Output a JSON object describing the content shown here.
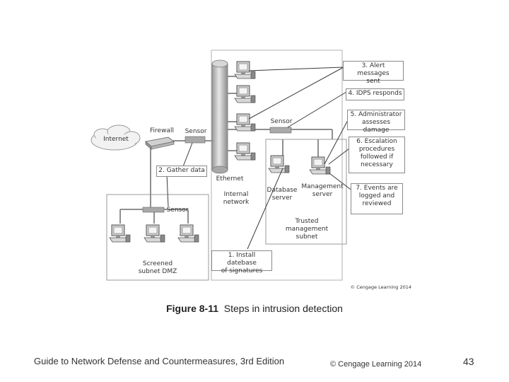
{
  "diagram": {
    "internet": "Internet",
    "firewall": "Firewall",
    "sensor_top": "Sensor",
    "sensor_mid": "Sensor",
    "sensor_dmz": "Sensor",
    "ethernet": "Ethernet",
    "internal_network": [
      "Internal",
      "network"
    ],
    "database_server": [
      "Database",
      "server"
    ],
    "management_server": [
      "Management",
      "server"
    ],
    "trusted_subnet": [
      "Trusted",
      "management",
      "subnet"
    ],
    "screened_subnet": [
      "Screened",
      "subnet DMZ"
    ],
    "steps": {
      "s1": [
        "1. Install datebase",
        "of signatures"
      ],
      "s2": "2. Gather data",
      "s3": [
        "3. Alert messages",
        "sent"
      ],
      "s4": "4. IDPS responds",
      "s5": [
        "5. Administrator",
        "assesses damage"
      ],
      "s6": [
        "6. Escalation",
        "procedures",
        "followed if",
        "necessary"
      ],
      "s7": [
        "7. Events are",
        "logged and",
        "reviewed"
      ]
    },
    "copyright_small": "© Cengage Learning 2014"
  },
  "caption": {
    "figure_label": "Figure 8-11",
    "title": "Steps in intrusion detection"
  },
  "footer": {
    "book": "Guide to Network Defense and Countermeasures, 3rd  Edition",
    "copyright": "© Cengage Learning  2014",
    "page": "43"
  }
}
